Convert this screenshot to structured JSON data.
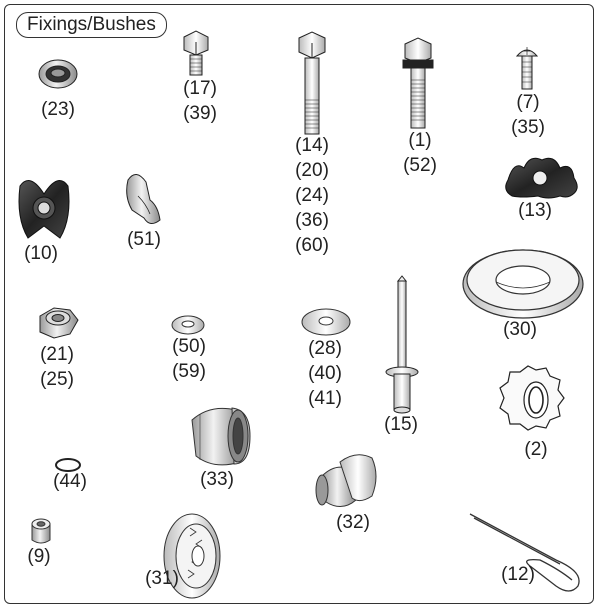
{
  "title": "Fixings/Bushes",
  "parts": [
    {
      "id": "part-23",
      "labels": [
        "(23)"
      ]
    },
    {
      "id": "part-17-39",
      "labels": [
        "(17)",
        "(39)"
      ]
    },
    {
      "id": "part-14-20-24-36-60",
      "labels": [
        "(14)",
        "(20)",
        "(24)",
        "(36)",
        "(60)"
      ]
    },
    {
      "id": "part-1-52",
      "labels": [
        "(1)",
        "(52)"
      ]
    },
    {
      "id": "part-7-35",
      "labels": [
        "(7)",
        "(35)"
      ]
    },
    {
      "id": "part-10",
      "labels": [
        "(10)"
      ]
    },
    {
      "id": "part-51",
      "labels": [
        "(51)"
      ]
    },
    {
      "id": "part-13",
      "labels": [
        "(13)"
      ]
    },
    {
      "id": "part-30",
      "labels": [
        "(30)"
      ]
    },
    {
      "id": "part-21-25",
      "labels": [
        "(21)",
        "(25)"
      ]
    },
    {
      "id": "part-50-59",
      "labels": [
        "(50)",
        "(59)"
      ]
    },
    {
      "id": "part-28-40-41",
      "labels": [
        "(28)",
        "(40)",
        "(41)"
      ]
    },
    {
      "id": "part-15",
      "labels": [
        "(15)"
      ]
    },
    {
      "id": "part-2",
      "labels": [
        "(2)"
      ]
    },
    {
      "id": "part-44",
      "labels": [
        "(44)"
      ]
    },
    {
      "id": "part-33",
      "labels": [
        "(33)"
      ]
    },
    {
      "id": "part-32",
      "labels": [
        "(32)"
      ]
    },
    {
      "id": "part-9",
      "labels": [
        "(9)"
      ]
    },
    {
      "id": "part-31",
      "labels": [
        "(31)"
      ]
    },
    {
      "id": "part-12",
      "labels": [
        "(12)"
      ]
    }
  ]
}
